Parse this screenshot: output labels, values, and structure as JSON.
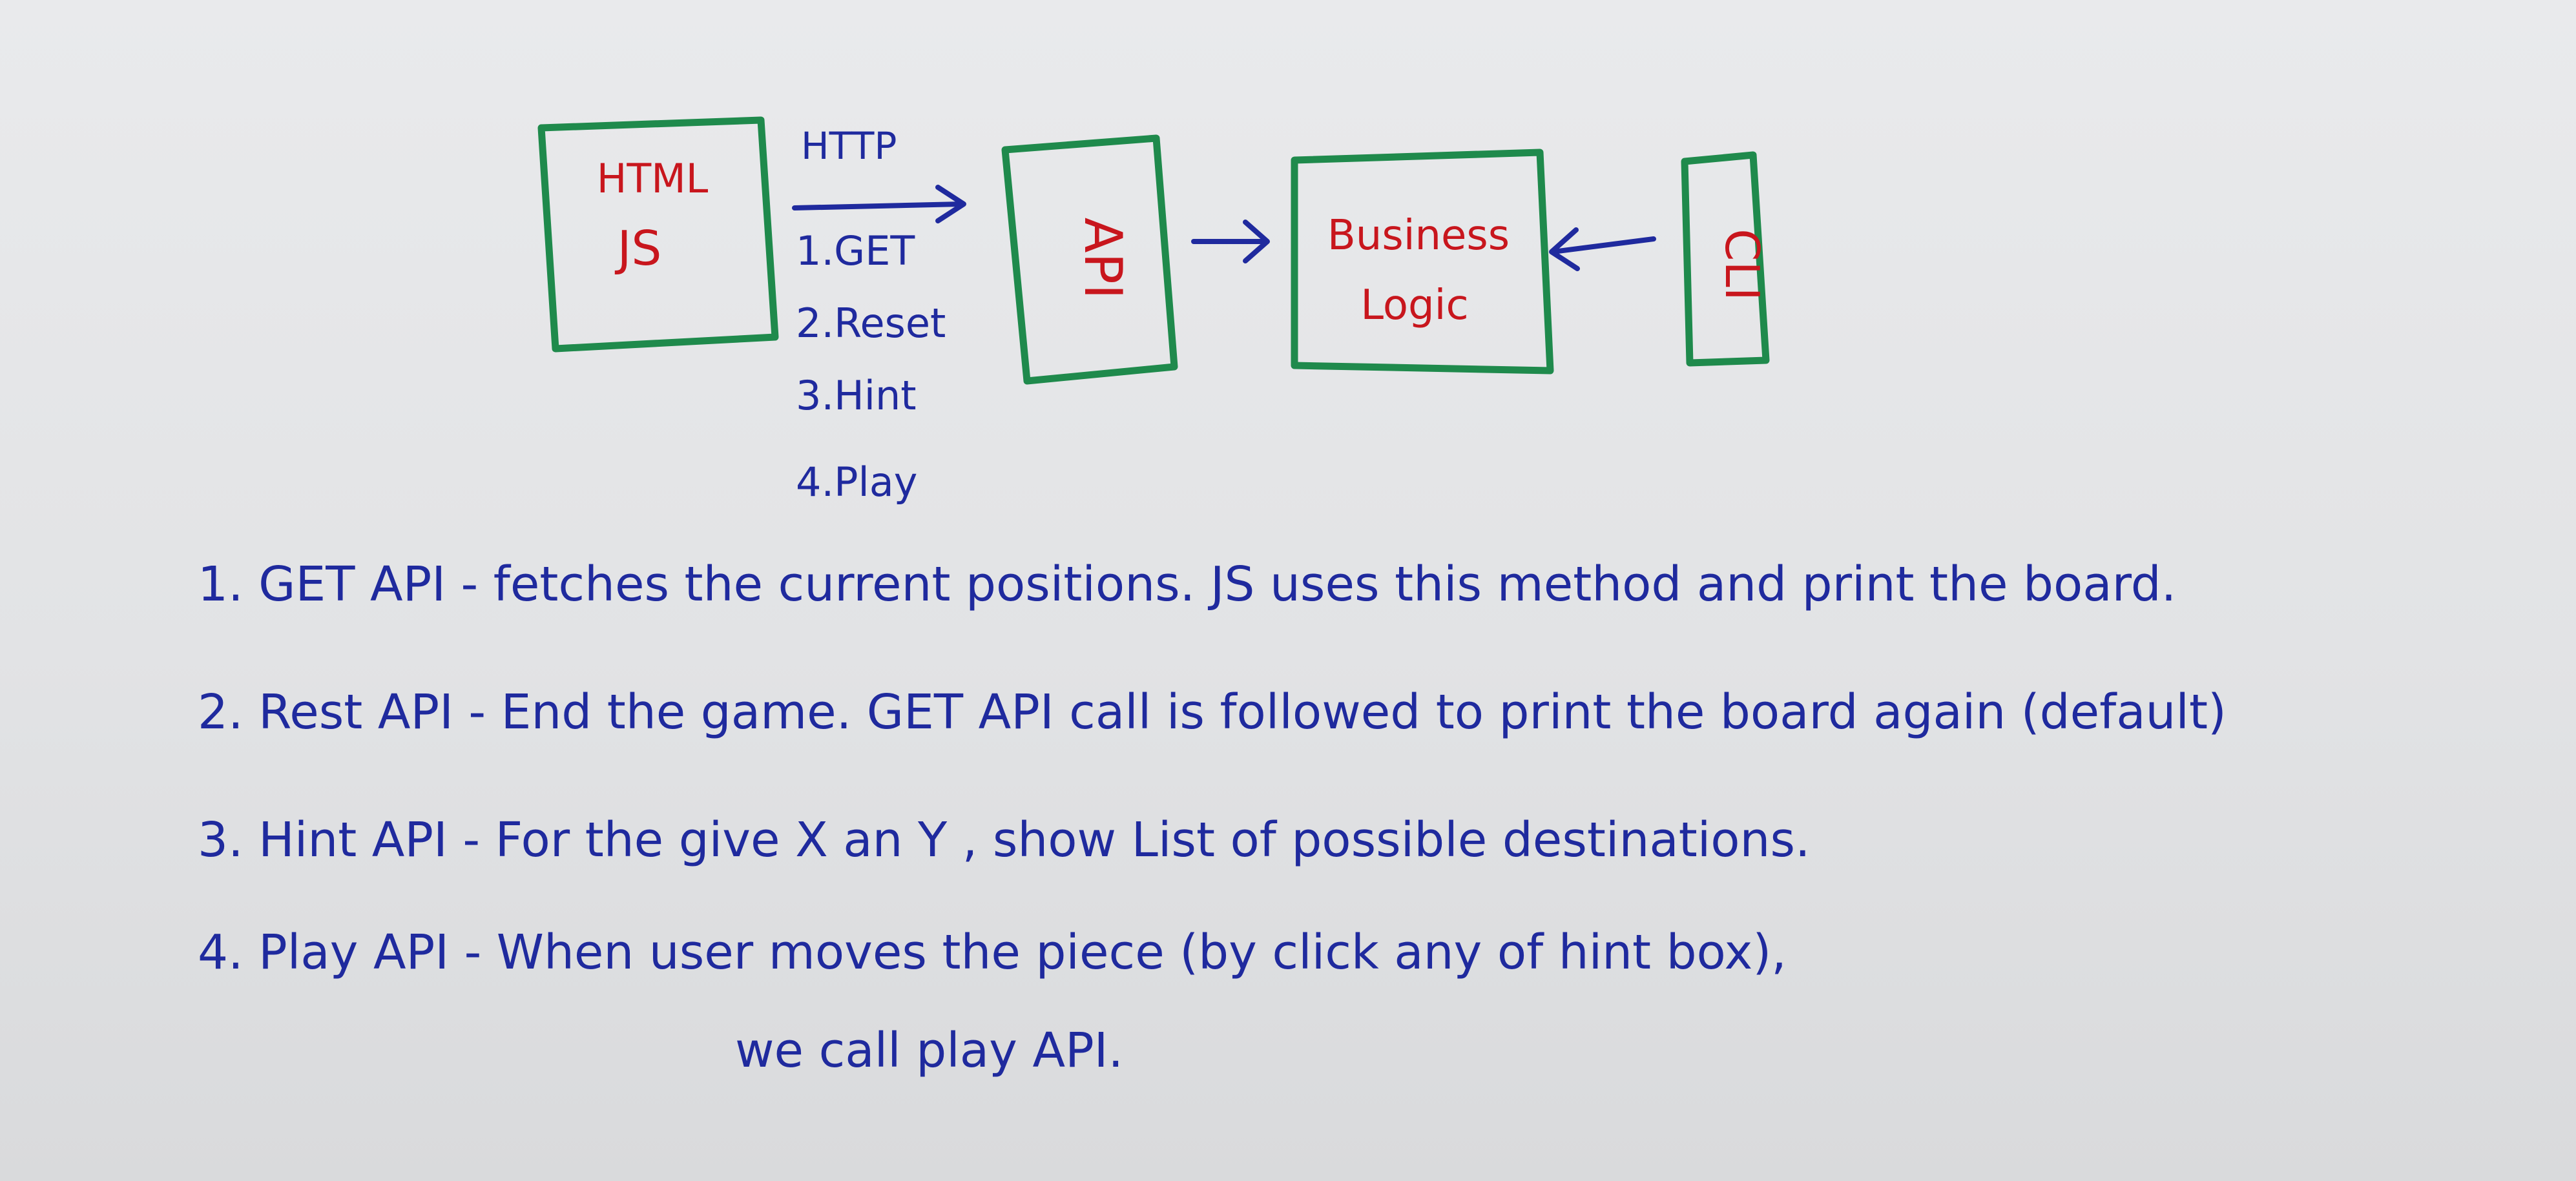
{
  "diagram": {
    "client_box": {
      "line1": "HTML",
      "line2": "JS"
    },
    "http_label": "HTTP",
    "steps": [
      "1.GET",
      "2.Reset",
      "3.Hint",
      "4.Play"
    ],
    "api_box": {
      "label": "API"
    },
    "logic_box": {
      "line1": "Business",
      "line2": "Logic"
    },
    "cli_box": {
      "label": "CLI"
    }
  },
  "descriptions": [
    "1. GET API - fetches the current positions. JS uses this method and print the board.",
    "2. Rest API - End the game. GET API call is followed to print the board again (default)",
    "3. Hint API - For the give X an Y , show List of possible destinations.",
    "4. Play API - When user moves the piece (by click any of hint box),",
    "we call play API."
  ],
  "colors": {
    "box_stroke": "#1f8a4c",
    "ink_blue": "#1f2a9e",
    "ink_red": "#c8161d",
    "paper": "#e6e7e9"
  }
}
